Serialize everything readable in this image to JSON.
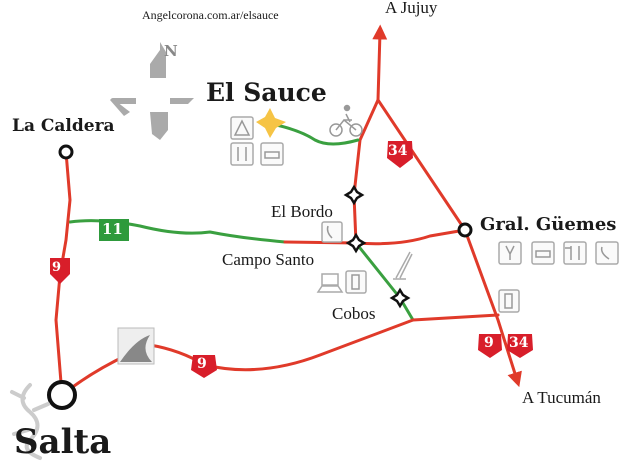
{
  "site_credit": "Angelcorona.com.ar/elsauce",
  "directions": {
    "north": "A Jujuy",
    "south": "A Tucumán"
  },
  "compass_letter": "N",
  "towns": {
    "el_sauce": "El Sauce",
    "la_caldera": "La Caldera",
    "gral_guemes": "Gral. Güemes",
    "el_bordo": "El Bordo",
    "campo_santo": "Campo Santo",
    "cobos": "Cobos",
    "salta": "Salta"
  },
  "routes": {
    "r9": "9",
    "r11": "11",
    "r34": "34"
  },
  "colors": {
    "paved": "#e03a2a",
    "unpaved": "#3aa040",
    "route_shield": "#d81e2a",
    "route11_shield": "#2e9a3c",
    "star": "#f6c445"
  }
}
